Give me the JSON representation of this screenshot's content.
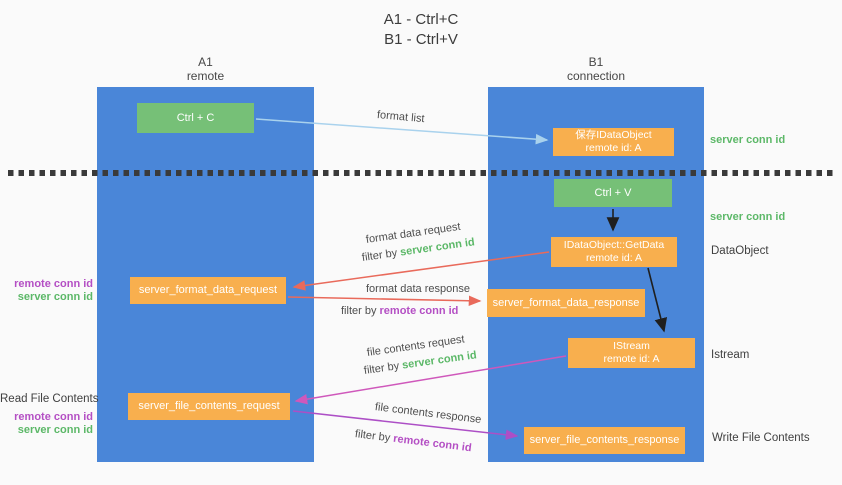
{
  "title": {
    "line1": "A1 - Ctrl+C",
    "line2": "B1 - Ctrl+V"
  },
  "columns": {
    "a": {
      "title": "A1",
      "subtitle": "remote"
    },
    "b": {
      "title": "B1",
      "subtitle": "connection"
    }
  },
  "nodes": {
    "ctrl_c": {
      "label": "Ctrl + C"
    },
    "save_idataobject": {
      "line1": "保存IDataObject",
      "line2": "remote id: A"
    },
    "ctrl_v": {
      "label": "Ctrl + V"
    },
    "getdata": {
      "line1": "IDataObject::GetData",
      "line2": "remote id: A"
    },
    "server_format_data_request": {
      "label": "server_format_data_request"
    },
    "server_format_data_response": {
      "label": "server_format_data_response"
    },
    "istream": {
      "line1": "IStream",
      "line2": "remote id: A"
    },
    "server_file_contents_request": {
      "label": "server_file_contents_request"
    },
    "server_file_contents_response": {
      "label": "server_file_contents_response"
    }
  },
  "arrow_labels": {
    "format_list": "format list",
    "format_data_request": "format data request",
    "format_data_response": "format data response",
    "file_contents_request": "file contents request",
    "file_contents_response": "file contents response",
    "filter_prefix": "filter by",
    "server_conn_id": "server conn id",
    "remote_conn_id": "remote conn id"
  },
  "side_labels": {
    "left": {
      "remote_conn_id": "remote conn id",
      "server_conn_id": "server conn id",
      "read_file_contents": "Read File Contents"
    },
    "right": {
      "server_conn_id_top": "server conn id",
      "server_conn_id_mid": "server conn id",
      "dataobject": "DataObject",
      "istream": "Istream",
      "write_file_contents": "Write File Contents"
    }
  },
  "colors": {
    "column_blue": "#4a86d8",
    "node_green": "#76c077",
    "node_orange": "#f8af4e",
    "label_green": "#5cb868",
    "label_purple": "#b44fc4",
    "arrow_light_blue": "#a9d2ed",
    "arrow_red": "#e96a5b",
    "arrow_magenta": "#cf58bb",
    "arrow_purple": "#ad4fc6",
    "arrow_black": "#1f1f1f"
  }
}
